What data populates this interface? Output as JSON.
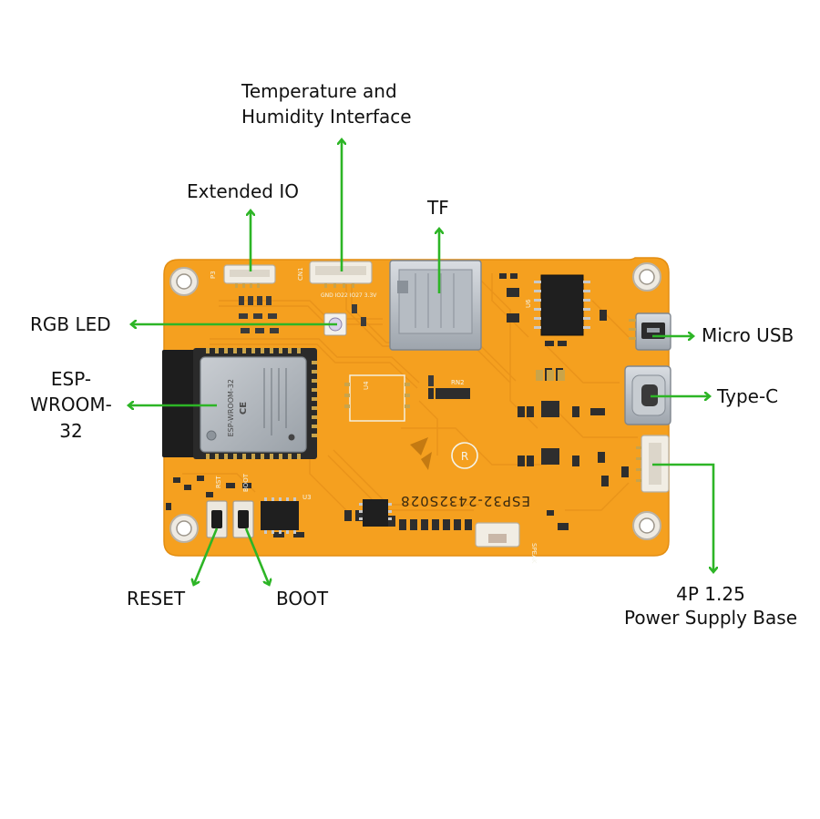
{
  "diagram": {
    "colors": {
      "pcb": "#f5a01f",
      "pcb_edge": "#e38e12",
      "trace": "#e8931a",
      "arrow": "#2db526",
      "label": "#111111"
    },
    "labels": {
      "temp_humidity_line1": "Temperature and",
      "temp_humidity_line2": "Humidity Interface",
      "extended_io": "Extended IO",
      "tf": "TF",
      "rgb_led": "RGB LED",
      "micro_usb": "Micro USB",
      "esp_line1": "ESP-",
      "esp_line2": "WROOM-",
      "esp_line3": "32",
      "type_c": "Type-C",
      "reset": "RESET",
      "boot": "BOOT",
      "power_line1": "4P 1.25",
      "power_line2": "Power Supply Base"
    },
    "silkscreen": {
      "board_model": "ESP32-2432S028",
      "rst": "RST",
      "boot": "BOOT",
      "speak": "SPEAK",
      "p3": "P3",
      "cn1": "CN1",
      "u4": "U4",
      "u3": "U3",
      "rn2": "RN2",
      "u6": "U6",
      "module_line1": "ESP-WROOM-32",
      "module_line2": "CE",
      "io_header": "GND IO22 IO27 3.3V"
    }
  }
}
